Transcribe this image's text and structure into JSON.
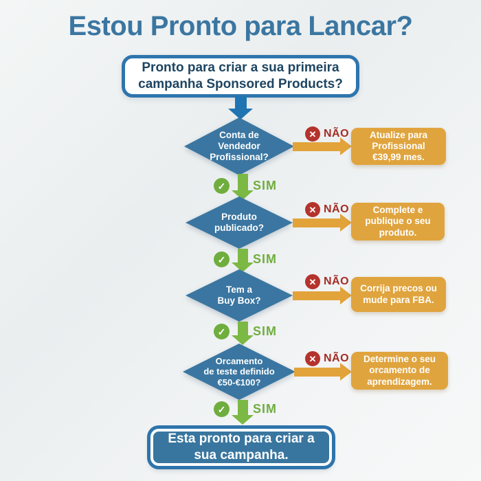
{
  "title": "Estou Pronto para Lancar?",
  "start": {
    "text": "Pronto para criar a sua primeira\ncampanha Sponsored Products?"
  },
  "end": {
    "text": "Esta pronto para criar a\nsua campanha."
  },
  "labels": {
    "yes": "SIM",
    "no": "NÃO"
  },
  "icons": {
    "check": "✓",
    "x": "✕"
  },
  "colors": {
    "title_blue": "#3b76a1",
    "node_blue": "#3a76a1",
    "border_blue": "#2e75ad",
    "arrow_blue": "#1f74b2",
    "navy_text": "#1d4561",
    "green": "#6fae3e",
    "green_arrow": "#7cb844",
    "orange": "#e0a43e",
    "orange_arrow": "#e2a33b",
    "red_circle": "#b5332d",
    "red_text": "#a32d26",
    "background": "#eff1f2"
  },
  "steps": [
    {
      "question": "Conta de\nVendedor\nProfissional?",
      "no_action": "Atualize para\nProfissional\n€39,99 mes."
    },
    {
      "question": "Produto\npublicado?",
      "no_action": "Complete e\npublique o seu\nproduto."
    },
    {
      "question": "Tem a\nBuy Box?",
      "no_action": "Corrija precos ou\nmude para FBA."
    },
    {
      "question": "Orcamento\nde teste definido\n€50-€100?",
      "no_action": "Determine o seu\norcamento de\naprendizagem."
    }
  ]
}
